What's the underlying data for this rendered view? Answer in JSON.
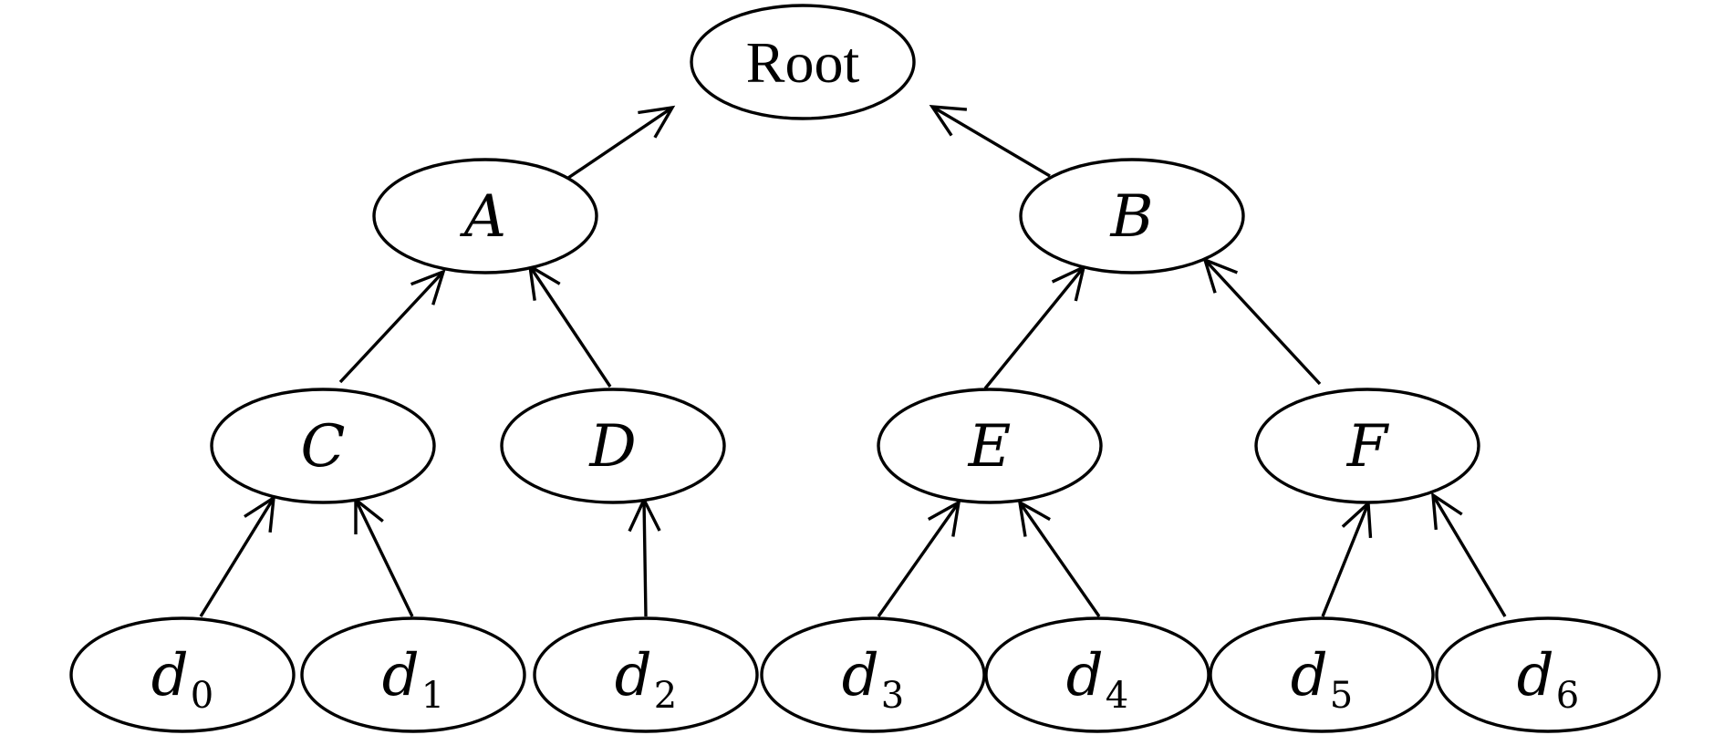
{
  "nodes": [
    {
      "id": "root",
      "label": "Root",
      "italic": false
    },
    {
      "id": "a",
      "label": "A",
      "italic": true
    },
    {
      "id": "b",
      "label": "B",
      "italic": true
    },
    {
      "id": "c",
      "label": "C",
      "italic": true
    },
    {
      "id": "d",
      "label": "D",
      "italic": true
    },
    {
      "id": "e",
      "label": "E",
      "italic": true
    },
    {
      "id": "f",
      "label": "F",
      "italic": true
    },
    {
      "id": "d0",
      "label": "d",
      "sub": "0",
      "italic": true
    },
    {
      "id": "d1",
      "label": "d",
      "sub": "1",
      "italic": true
    },
    {
      "id": "d2",
      "label": "d",
      "sub": "2",
      "italic": true
    },
    {
      "id": "d3",
      "label": "d",
      "sub": "3",
      "italic": true
    },
    {
      "id": "d4",
      "label": "d",
      "sub": "4",
      "italic": true
    },
    {
      "id": "d5",
      "label": "d",
      "sub": "5",
      "italic": true
    },
    {
      "id": "d6",
      "label": "d",
      "sub": "6",
      "italic": true
    }
  ],
  "edges": [
    {
      "from": "a",
      "to": "root"
    },
    {
      "from": "b",
      "to": "root"
    },
    {
      "from": "c",
      "to": "a"
    },
    {
      "from": "d",
      "to": "a"
    },
    {
      "from": "e",
      "to": "b"
    },
    {
      "from": "f",
      "to": "b"
    },
    {
      "from": "d0",
      "to": "c"
    },
    {
      "from": "d1",
      "to": "c"
    },
    {
      "from": "d2",
      "to": "d"
    },
    {
      "from": "d3",
      "to": "e"
    },
    {
      "from": "d4",
      "to": "e"
    },
    {
      "from": "d5",
      "to": "f"
    },
    {
      "from": "d6",
      "to": "f"
    }
  ],
  "colors": {
    "stroke": "#000000",
    "fill": "#ffffff",
    "background": "#ffffff"
  }
}
